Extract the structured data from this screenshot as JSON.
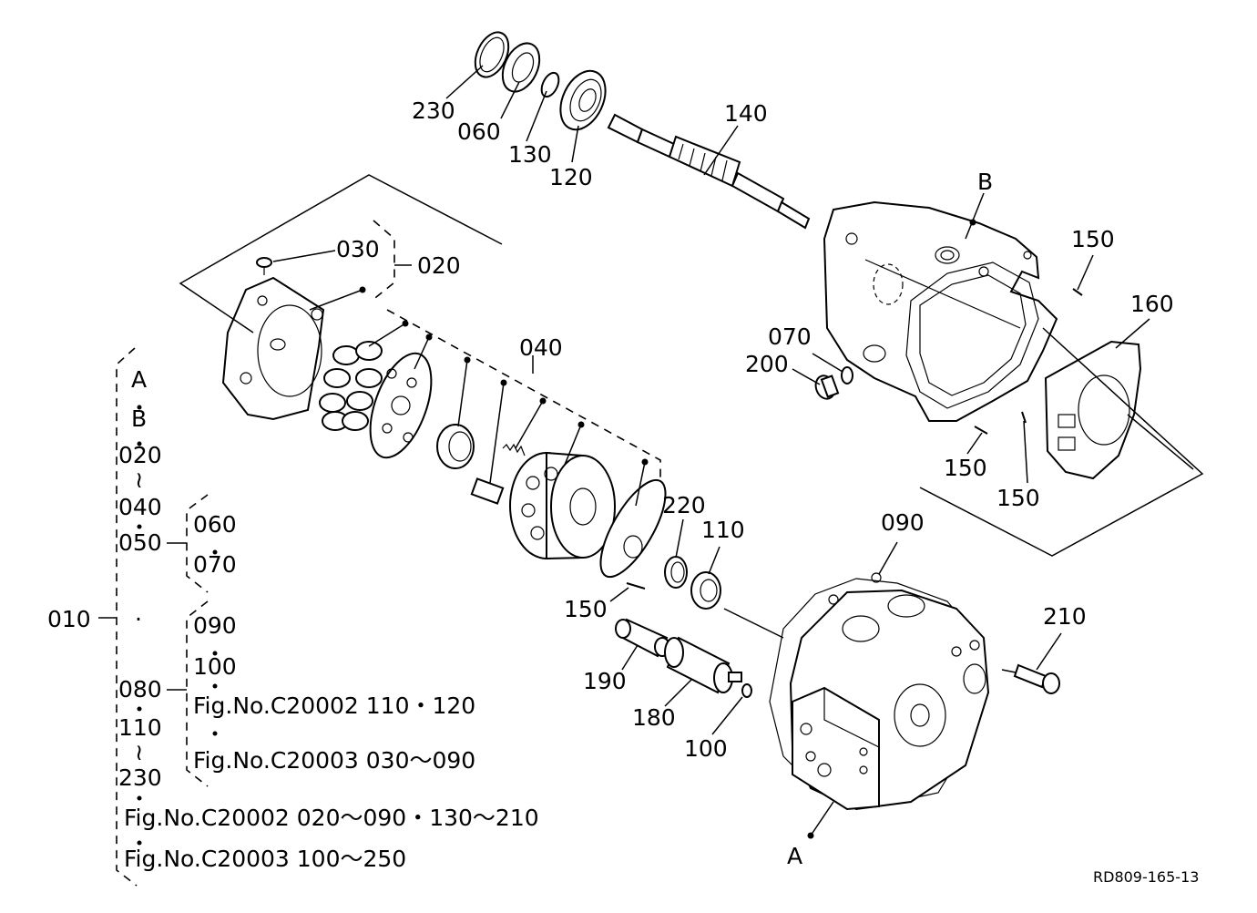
{
  "labels": {
    "c230": "230",
    "c060": "060",
    "c130": "130",
    "c120": "120",
    "c140": "140",
    "cB": "B",
    "c150a": "150",
    "c160": "160",
    "c030": "030",
    "c020": "020",
    "c040": "040",
    "c070": "070",
    "c200": "200",
    "c150b": "150",
    "c150c": "150",
    "c220": "220",
    "c110": "110",
    "c090": "090",
    "c150d": "150",
    "c210": "210",
    "c190": "190",
    "c180": "180",
    "c100": "100",
    "cA": "A"
  },
  "tree": {
    "root": "010",
    "l_A": "A",
    "l_B": "B",
    "l_020": "020",
    "l_wave1": "≀",
    "l_040": "040",
    "l_050": "050",
    "l_060": "060",
    "l_070": "070",
    "l_dot": "·",
    "l_090": "090",
    "l_100": "100",
    "l_080": "080",
    "l_fig1": "Fig.No.C20002  110・120",
    "l_fig2": "Fig.No.C20003  030～090",
    "l_110": "110",
    "l_wave2": "≀",
    "l_230": "230",
    "l_fig3": "Fig.No.C20002  020～090・130～210",
    "l_fig4": "Fig.No.C20003  100～250"
  },
  "reference": "RD809-165-13"
}
